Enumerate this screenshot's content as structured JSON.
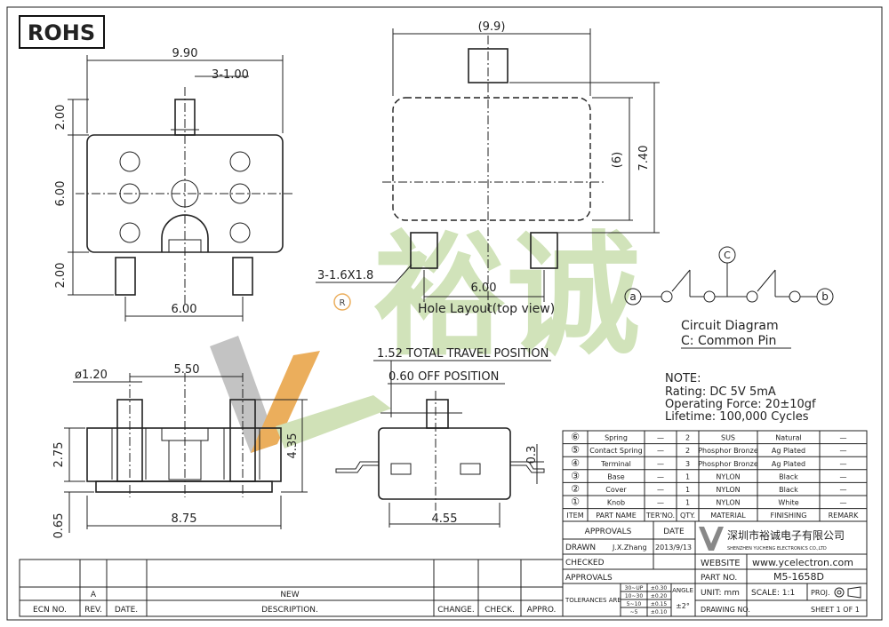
{
  "badge": {
    "text": "ROHS"
  },
  "top_view": {
    "dim_width": "9.90",
    "dim_pin": "3-1.00",
    "dim_left_top": "2.00",
    "dim_left_mid": "6.00",
    "dim_left_bot": "2.00",
    "dim_bottom": "6.00"
  },
  "hole_layout": {
    "dim_top": "(9.9)",
    "dim_height": "7.40",
    "dim_inner": "(6)",
    "dim_pad": "3-1.6X1.8",
    "dim_pitch": "6.00",
    "caption": "Hole Layout(top view)"
  },
  "circuit": {
    "pin_c": "C",
    "pin_a": "a",
    "pin_b": "b",
    "title": "Circuit Diagram",
    "subtitle": "C: Common Pin"
  },
  "notes": {
    "heading": "NOTE:",
    "rating": "Rating:   DC 5V 5mA",
    "force": "Operating Force: 20±10gf",
    "lifetime": "Lifetime:   100,000 Cycles"
  },
  "front_view": {
    "dim_dia": "ø1.20",
    "dim_pitch": "5.50",
    "dim_height": "4.35",
    "dim_body": "2.75",
    "dim_base": "0.65",
    "dim_width": "8.75"
  },
  "side_view": {
    "travel": "1.52 TOTAL TRAVEL POSITION",
    "off": "0.60 OFF POSITION",
    "dim_lead": "0.3",
    "dim_width": "4.55"
  },
  "watermark": {
    "registered": "R",
    "chars": "裕诚"
  },
  "bom": {
    "headers": [
      "ITEM",
      "PART NAME",
      "TER'NO.",
      "QTY.",
      "MATERIAL",
      "FINISHING",
      "REMARK"
    ],
    "rows": [
      {
        "item": "⑥",
        "name": "Spring",
        "ter": "—",
        "qty": "2",
        "material": "SUS",
        "finish": "Natural",
        "remark": "—"
      },
      {
        "item": "⑤",
        "name": "Contact Spring",
        "ter": "—",
        "qty": "2",
        "material": "Phosphor Bronze",
        "finish": "Ag Plated",
        "remark": "—"
      },
      {
        "item": "④",
        "name": "Terminal",
        "ter": "—",
        "qty": "3",
        "material": "Phosphor Bronze",
        "finish": "Ag Plated",
        "remark": "—"
      },
      {
        "item": "③",
        "name": "Base",
        "ter": "—",
        "qty": "1",
        "material": "NYLON",
        "finish": "Black",
        "remark": "—"
      },
      {
        "item": "②",
        "name": "Cover",
        "ter": "—",
        "qty": "1",
        "material": "NYLON",
        "finish": "Black",
        "remark": "—"
      },
      {
        "item": "①",
        "name": "Knob",
        "ter": "—",
        "qty": "1",
        "material": "NYLON",
        "finish": "White",
        "remark": "—"
      }
    ]
  },
  "title_block": {
    "approvals_h": "APPROVALS",
    "date_h": "DATE",
    "drawn": "DRAWN",
    "drawn_by": "J.X.Zhang",
    "drawn_date": "2013/9/13",
    "checked": "CHECKED",
    "approvals": "APPROVALS",
    "company_cn": "深圳市裕诚电子有限公司",
    "company_en": "SHENZHEN YUCHENG ELECTRONICS CO.,LTD",
    "website_l": "WEBSITE",
    "website": "www.ycelectron.com",
    "part_no_l": "PART NO.",
    "part_no": "M5-1658D",
    "tol_l": "TOLERANCES ARE",
    "tol_ranges": [
      "30~UP",
      "10~30",
      "5~10",
      "~5"
    ],
    "tol_vals": [
      "±0.30",
      "±0.20",
      "±0.15",
      "±0.10"
    ],
    "angle_l": "ANGLE",
    "angle_v": "±2°",
    "unit": "UNIT: mm",
    "scale": "SCALE:   1:1",
    "proj": "PROJ.",
    "drawing_no": "DRAWING NO.",
    "sheet": "SHEET   1  OF  1"
  },
  "revision": {
    "ecn": "ECN NO.",
    "rev": "REV.",
    "date": "DATE.",
    "desc": "DESCRIPTION.",
    "change": "CHANGE.",
    "check": "CHECK.",
    "appro": "APPRO.",
    "rev_a": "A",
    "new": "NEW"
  }
}
